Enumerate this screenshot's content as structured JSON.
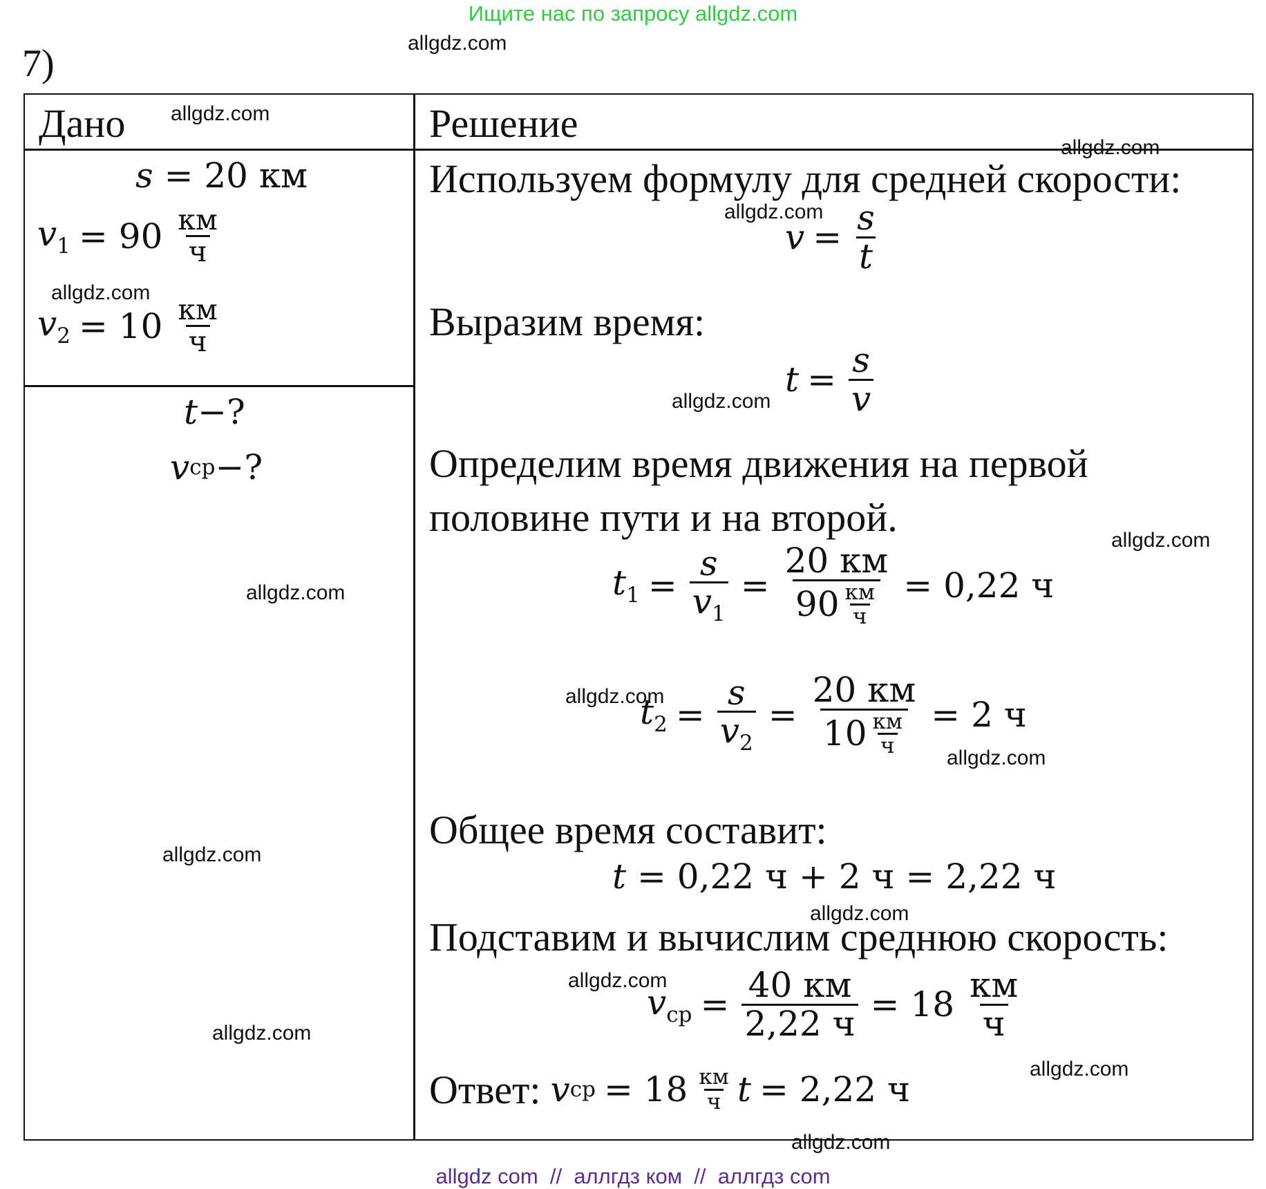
{
  "banner": "Ищите нас по запросу allgdz.com",
  "problem_number": "7)",
  "headers": {
    "given": "Дано",
    "solution": "Решение"
  },
  "given": {
    "s_lhs": "s",
    "s_rhs": "= 20 км",
    "v": "v",
    "v1_sub": "1",
    "v1_value": "= 90",
    "v2_sub": "2",
    "v2_value": "= 10",
    "unit_num": "км",
    "unit_den": "ч"
  },
  "find": {
    "t": "t",
    "t_q": "−?",
    "v": "v",
    "vcp_sub": "ср",
    "vcp_q": "−?"
  },
  "solution": {
    "line1": "Используем формулу для средней скорости:",
    "f1": {
      "lhs": "v",
      "eq": "=",
      "num": "s",
      "den": "t"
    },
    "line2": "Выразим время:",
    "f2": {
      "lhs": "t",
      "eq": "=",
      "num": "s",
      "den": "v"
    },
    "line3": "Определим время движения на первой",
    "line4": "половине пути и на второй.",
    "t1": {
      "lhs": "t",
      "sub": "1",
      "eq": "=",
      "num_s": "s",
      "den_v": "v",
      "den_sub": "1",
      "eq2": "=",
      "num2": "20 км",
      "den2_val": "90",
      "unit_num": "км",
      "unit_den": "ч",
      "result": "= 0,22 ч"
    },
    "t2": {
      "lhs": "t",
      "sub": "2",
      "eq": "=",
      "num_s": "s",
      "den_v": "v",
      "den_sub": "2",
      "eq2": "=",
      "num2": "20 км",
      "den2_val": "10",
      "unit_num": "км",
      "unit_den": "ч",
      "result": "= 2 ч"
    },
    "line5": "Общее время составит:",
    "t_total": {
      "lhs": "t",
      "rhs": "= 0,22 ч + 2 ч = 2,22 ч"
    },
    "line6": "Подставим и вычислим среднюю скорость:",
    "vcp": {
      "lhs": "v",
      "sub": "ср",
      "eq": "=",
      "num": "40 км",
      "den": "2,22 ч",
      "result": "= 18",
      "unit_num": "км",
      "unit_den": "ч"
    },
    "answer": {
      "label": "Ответ:",
      "v": "v",
      "sub": "ср",
      "v_val": "= 18",
      "unit_num": "км",
      "unit_den": "ч",
      "t": "t",
      "t_val": "= 2,22 ч"
    }
  },
  "watermark": "allgdz.com",
  "footer": "allgdz com  //  аллгдз ком  //  аллгдз com"
}
